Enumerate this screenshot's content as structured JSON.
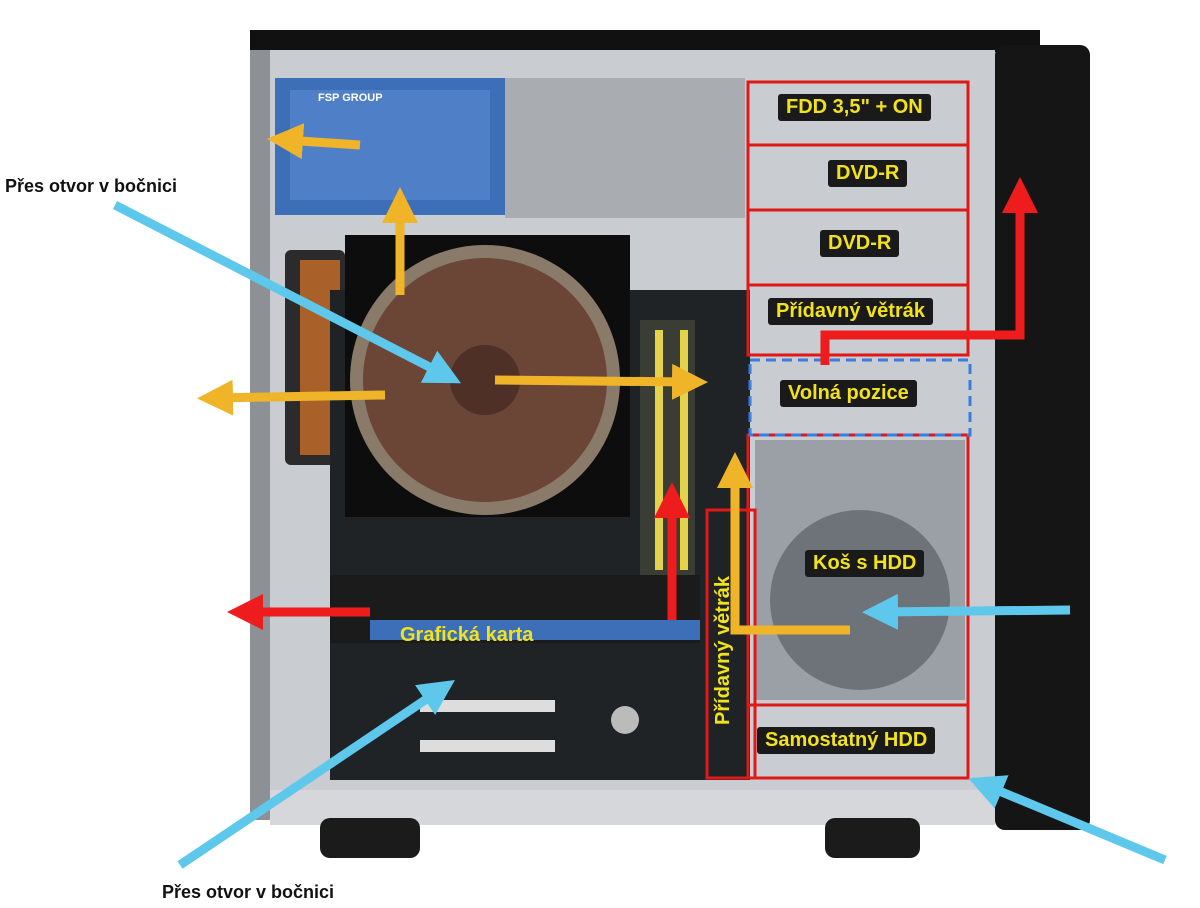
{
  "labels": {
    "fdd": "FDD 3,5\" + ON",
    "dvd1": "DVD-R",
    "dvd2": "DVD-R",
    "extra_fan_bay": "Přídavný větrák",
    "free_bay": "Volná pozice",
    "hdd_cage": "Koš s HDD",
    "single_hdd": "Samostatný HDD",
    "graphics_card": "Grafická karta",
    "extra_fan_vertical": "Přídavný větrák",
    "side_vent_top": "Přes otvor v bočnici",
    "side_vent_bottom": "Přes otvor v bočnici",
    "psu_brand": "FSP GROUP"
  },
  "colors": {
    "hot_air": "#f0b429",
    "cool_air": "#5ec8ec",
    "very_hot_air": "#ee1c1c",
    "box_outline": "#e01818",
    "free_outline": "#3a7de0",
    "label_text": "#f2e21a"
  }
}
